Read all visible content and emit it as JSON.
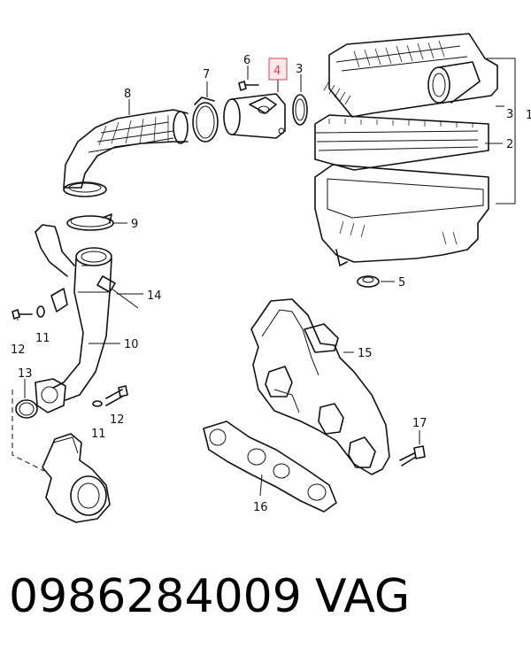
{
  "callouts": {
    "c1": "1",
    "c2": "2",
    "c3a": "3",
    "c3b": "3",
    "c4": "4",
    "c5": "5",
    "c6": "6",
    "c7": "7",
    "c8": "8",
    "c9": "9",
    "c10": "10",
    "c11a": "11",
    "c11b": "11",
    "c12a": "12",
    "c12b": "12",
    "c13": "13",
    "c14": "14",
    "c15": "15",
    "c16": "16",
    "c17": "17"
  },
  "highlight_color": "#e0404a",
  "footer": {
    "part_number": "0986284009",
    "brand": "VAG"
  }
}
